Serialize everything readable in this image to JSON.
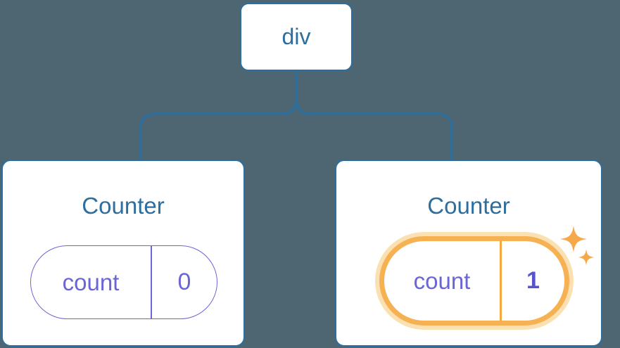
{
  "diagram": {
    "type": "component-tree",
    "root": {
      "label": "div"
    },
    "children": [
      {
        "title": "Counter",
        "highlighted": false,
        "state": {
          "label": "count",
          "value": "0"
        }
      },
      {
        "title": "Counter",
        "highlighted": true,
        "state": {
          "label": "count",
          "value": "1"
        }
      }
    ]
  },
  "icons": {
    "sparkles": "sparkles-icon"
  },
  "colors": {
    "background": "#4D6671",
    "card_background": "#FFFFFF",
    "node_blue": "#2E6E9E",
    "state_purple": "#6A66D8",
    "state_purple_bold": "#5553D0",
    "highlight_orange": "#F6B153",
    "highlight_glow": "#FBE0B2",
    "sparkle_orange": "#F5A94B"
  }
}
